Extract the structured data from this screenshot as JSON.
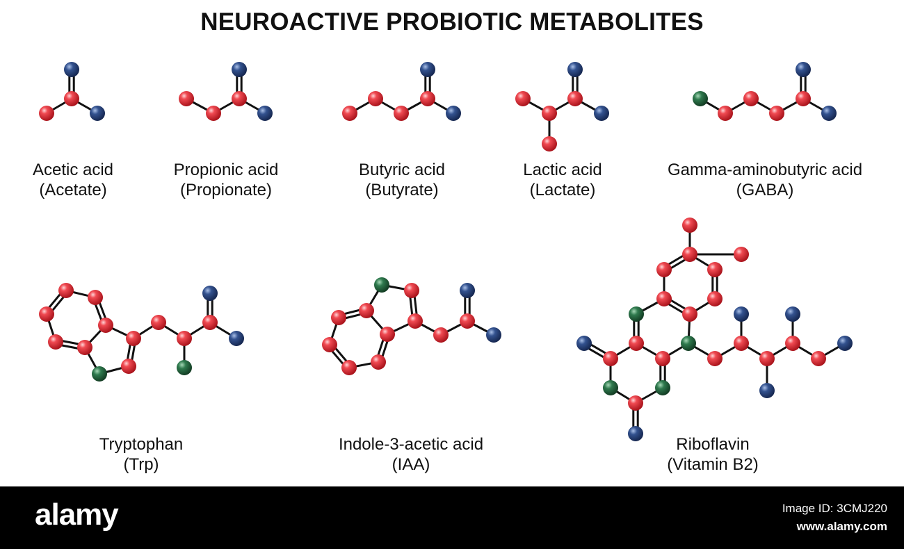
{
  "title": "NEUROACTIVE PROBIOTIC METABOLITES",
  "colors": {
    "carbon": "#e0262f",
    "oxygen": "#2c4a86",
    "nitrogen": "#276b45",
    "bond": "#111111"
  },
  "molecules": [
    {
      "name": "Acetic acid",
      "alt": "(Acetate)"
    },
    {
      "name": "Propionic acid",
      "alt": "(Propionate)"
    },
    {
      "name": "Butyric acid",
      "alt": "(Butyrate)"
    },
    {
      "name": "Lactic acid",
      "alt": "(Lactate)"
    },
    {
      "name": "Gamma-aminobutyric acid",
      "alt": "(GABA)"
    },
    {
      "name": "Tryptophan",
      "alt": "(Trp)"
    },
    {
      "name": "Indole-3-acetic acid",
      "alt": "(IAA)"
    },
    {
      "name": "Riboflavin",
      "alt": "(Vitamin B2)"
    }
  ],
  "watermark": {
    "brand": "alamy",
    "image_id": "Image ID: 3CMJ220",
    "site": "www.alamy.com"
  }
}
